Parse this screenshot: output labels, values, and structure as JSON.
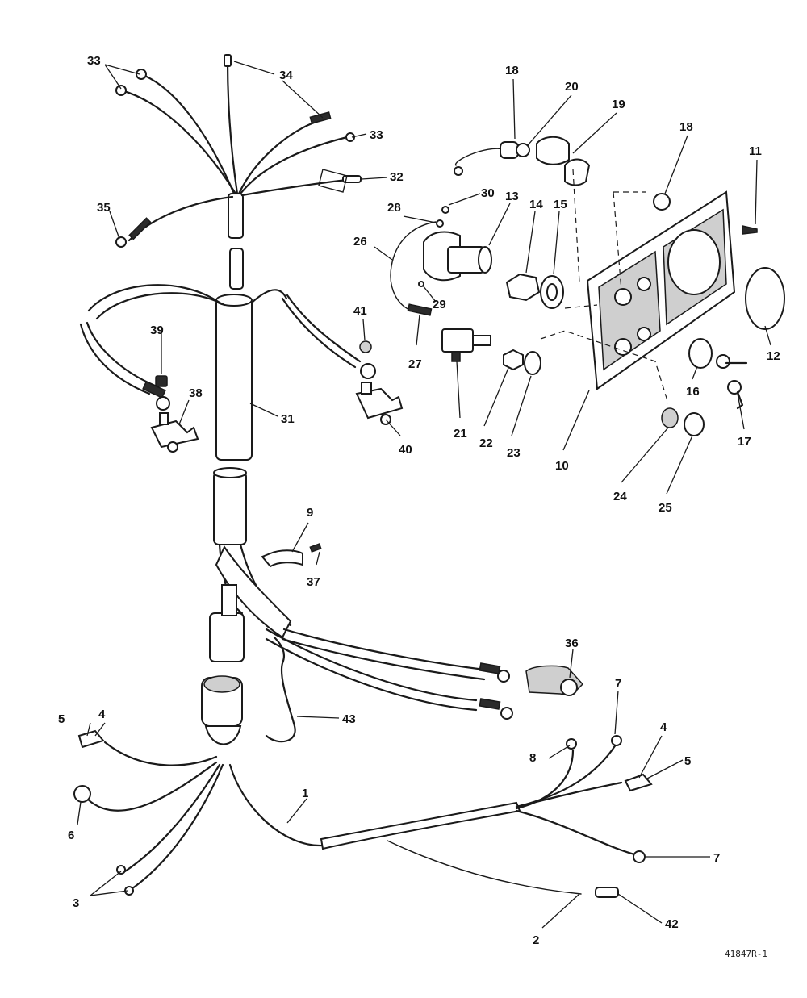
{
  "figure": {
    "reference": "41847R-1"
  },
  "callouts": {
    "c1": "1",
    "c2": "2",
    "c3": "3",
    "c4a": "4",
    "c4b": "4",
    "c5a": "5",
    "c5b": "5",
    "c6": "6",
    "c7a": "7",
    "c7b": "7",
    "c8": "8",
    "c9": "9",
    "c10": "10",
    "c11": "11",
    "c12": "12",
    "c13": "13",
    "c14": "14",
    "c15": "15",
    "c16": "16",
    "c17": "17",
    "c18a": "18",
    "c18b": "18",
    "c19": "19",
    "c20": "20",
    "c21": "21",
    "c22": "22",
    "c23": "23",
    "c24": "24",
    "c25": "25",
    "c26": "26",
    "c27": "27",
    "c28": "28",
    "c29": "29",
    "c30": "30",
    "c31": "31",
    "c32": "32",
    "c33a": "33",
    "c33b": "33",
    "c34": "34",
    "c35": "35",
    "c36": "36",
    "c37": "37",
    "c38": "38",
    "c39": "39",
    "c40": "40",
    "c41": "41",
    "c42": "42",
    "c43": "43"
  },
  "colors": {
    "ink": "#1a1a1a",
    "paper": "#ffffff"
  }
}
